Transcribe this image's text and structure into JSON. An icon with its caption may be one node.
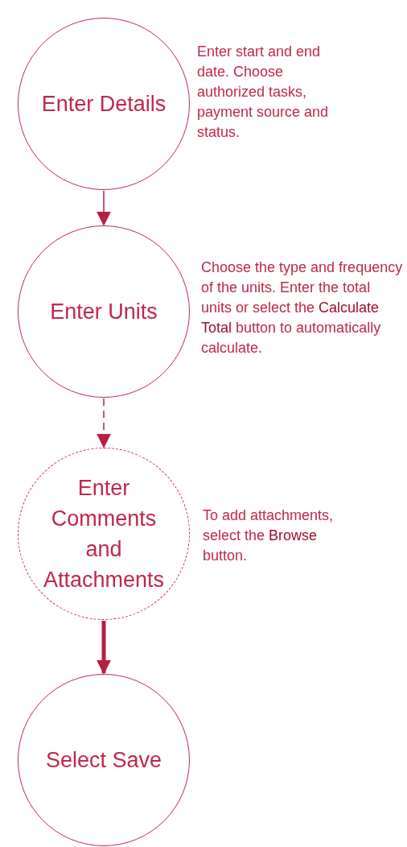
{
  "diagram": {
    "nodes": [
      {
        "text": [
          "Enter Details"
        ],
        "beside": [
          "Enter start and end date. Choose authorized tasks, payment source and status."
        ]
      },
      {
        "text": [
          "Enter Units"
        ],
        "beside": [
          "Choose the type and frequency of the units. Enter the total units or select the **Calculate Total** button to automatically calculate."
        ]
      },
      {
        "text": [
          "Enter Comments and Attachments"
        ],
        "beside": [
          "To add attachments, select the **Browse** button."
        ]
      },
      {
        "text": [
          "Select Save"
        ]
      }
    ],
    "edges": [
      {
        "from": 0,
        "to": 1,
        "arrow": "to"
      },
      {
        "from": 1,
        "to": 2,
        "arrow": "to",
        "style": "dashed"
      },
      {
        "from": 2,
        "to": 3,
        "arrow": "to",
        "style": "thick"
      }
    ]
  }
}
